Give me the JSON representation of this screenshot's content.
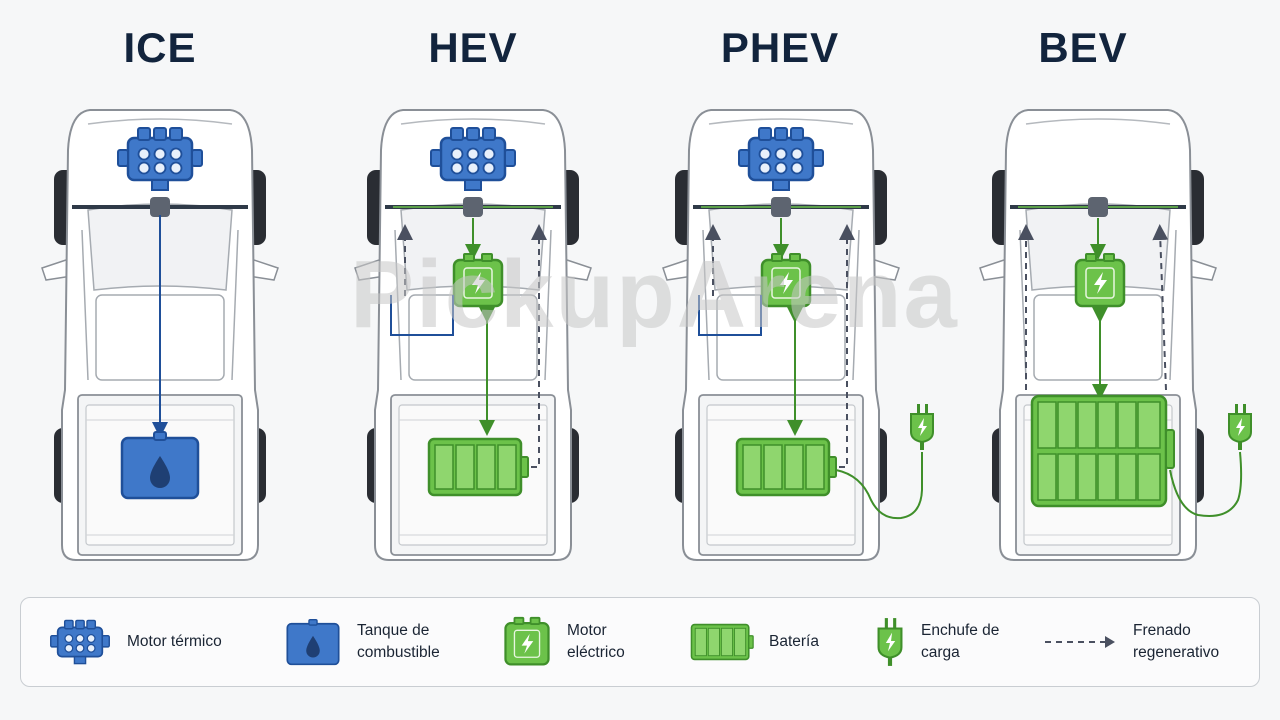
{
  "columns": [
    {
      "id": "ice",
      "title": "ICE"
    },
    {
      "id": "hev",
      "title": "HEV"
    },
    {
      "id": "phev",
      "title": "PHEV"
    },
    {
      "id": "bev",
      "title": "BEV"
    }
  ],
  "watermark": "PickupArena",
  "legend": {
    "items": [
      {
        "icon": "engine-icon",
        "label": "Motor térmico"
      },
      {
        "icon": "fuel-tank-icon",
        "label": "Tanque de combustible"
      },
      {
        "icon": "electric-motor-icon",
        "label": "Motor eléctrico"
      },
      {
        "icon": "battery-icon",
        "label": "Batería"
      },
      {
        "icon": "charging-plug-icon",
        "label": "Enchufe de carga"
      },
      {
        "icon": "dashed-arrow-icon",
        "label": "Frenado regenerativo"
      }
    ]
  },
  "colors": {
    "engine_blue": "#3f78c9",
    "engine_blue_dark": "#1f4f99",
    "electric_green": "#6cc24a",
    "electric_green_dark": "#3f8f2a",
    "title_navy": "#12243d",
    "regen_dash": "#4a5060"
  }
}
